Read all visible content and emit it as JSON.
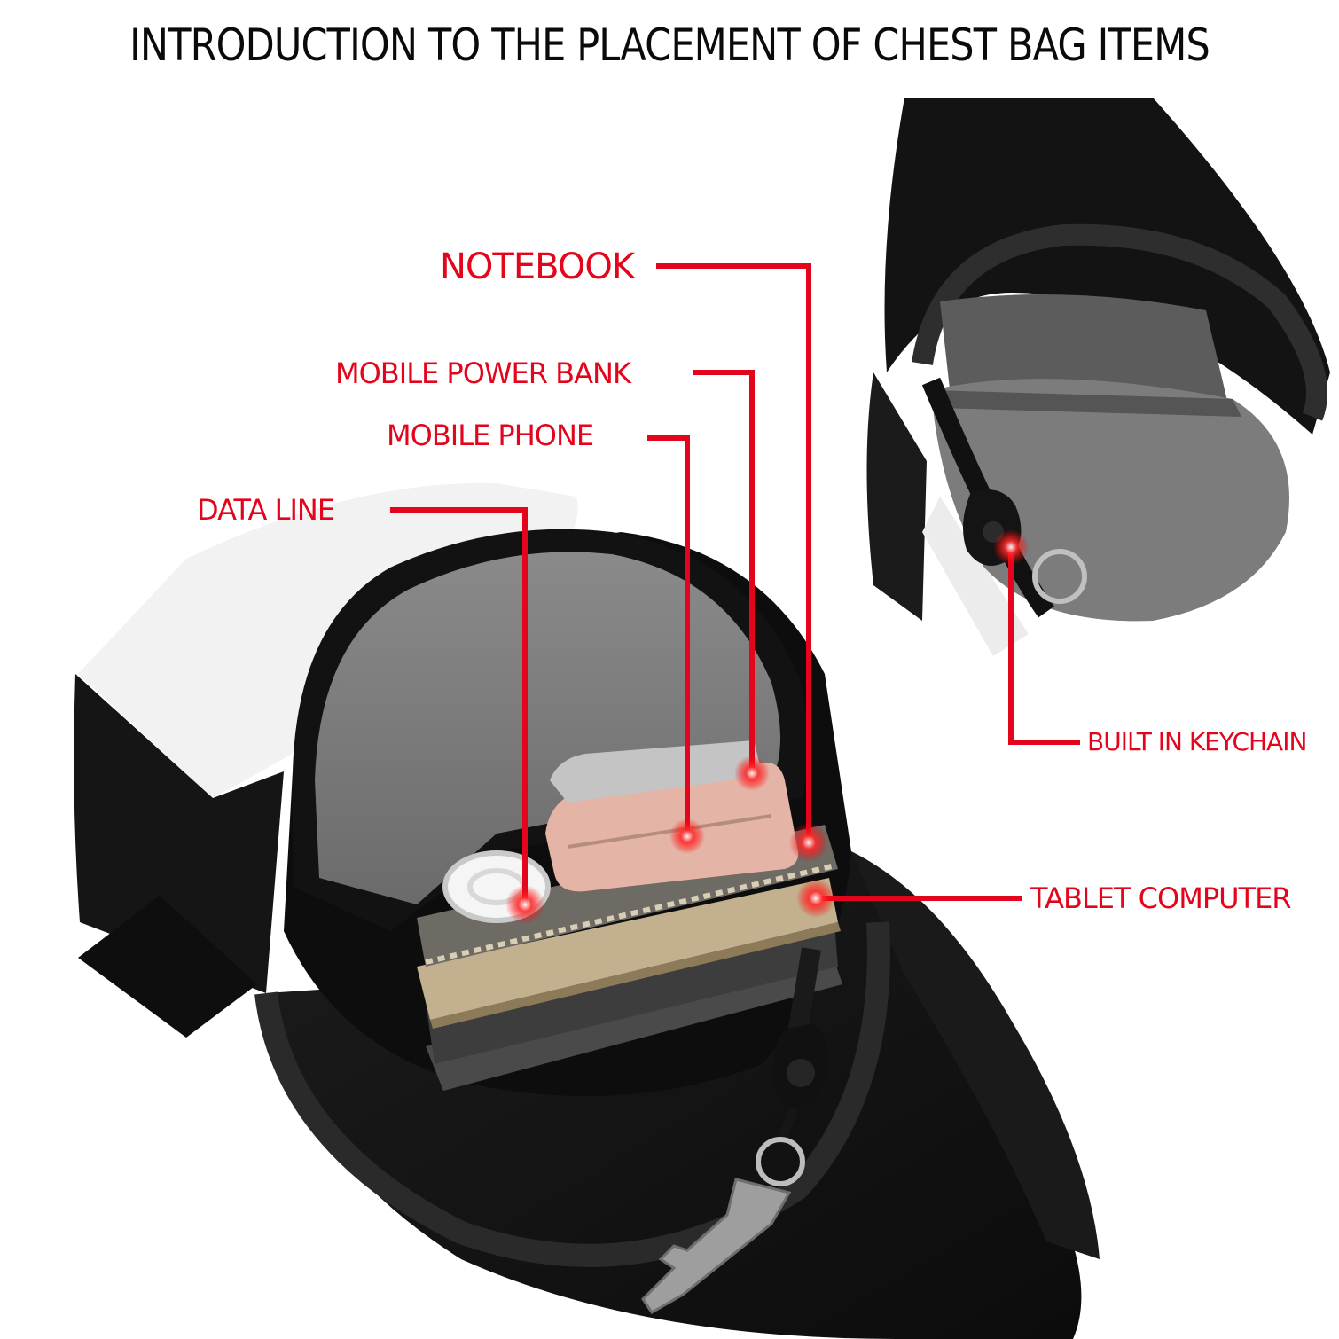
{
  "title": "INTRODUCTION TO THE PLACEMENT OF CHEST BAG ITEMS",
  "labels": {
    "notebook": "NOTEBOOK",
    "power_bank": "MOBILE POWER BANK",
    "phone": "MOBILE PHONE",
    "data_line": "DATA LINE",
    "keychain": "BUILT IN KEYCHAIN",
    "tablet": "TABLET COMPUTER"
  },
  "colors": {
    "label_red": "#e3051b",
    "bag_black": "#121212",
    "lining_gray": "#7d7d7d",
    "panel_white": "#f3f3f3"
  }
}
